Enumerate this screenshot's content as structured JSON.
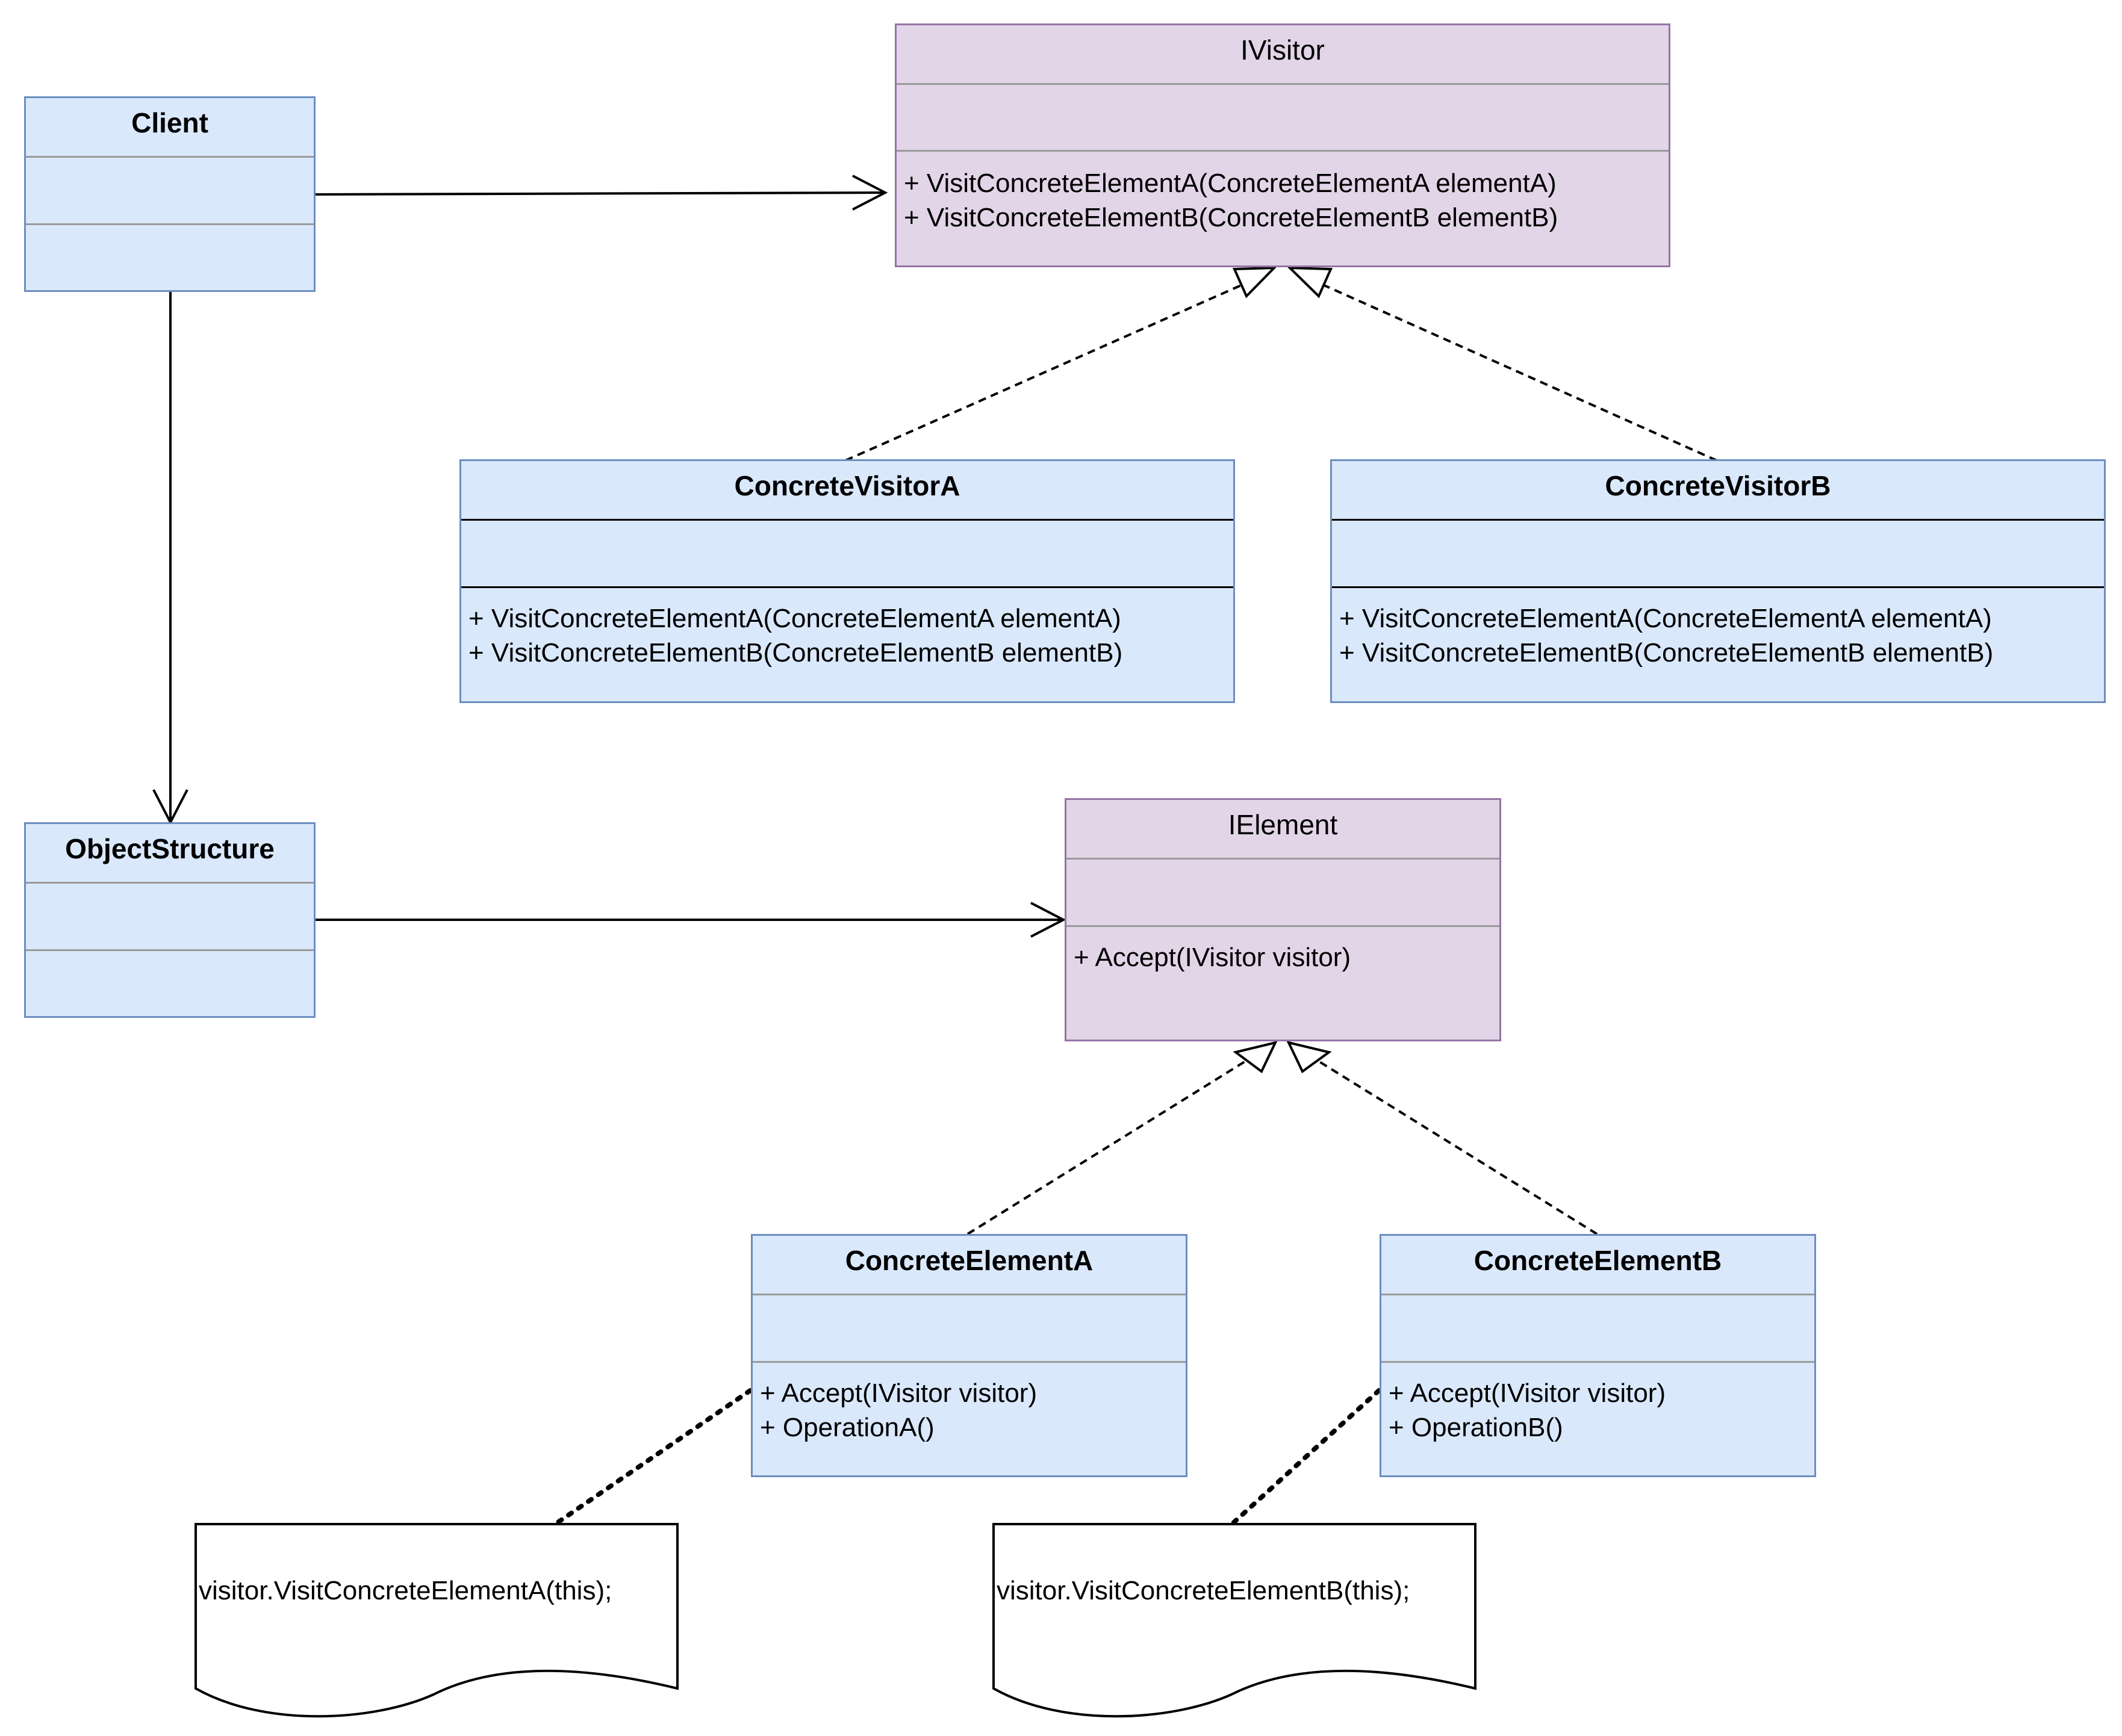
{
  "classes": {
    "client": {
      "name": "Client"
    },
    "ivisitor": {
      "name": "IVisitor",
      "ops": [
        "+ VisitConcreteElementA(ConcreteElementA elementA)",
        "+ VisitConcreteElementB(ConcreteElementB elementB)"
      ]
    },
    "concrete_visitor_a": {
      "name": "ConcreteVisitorA",
      "ops": [
        "+ VisitConcreteElementA(ConcreteElementA elementA)",
        "+ VisitConcreteElementB(ConcreteElementB elementB)"
      ]
    },
    "concrete_visitor_b": {
      "name": "ConcreteVisitorB",
      "ops": [
        "+ VisitConcreteElementA(ConcreteElementA elementA)",
        "+ VisitConcreteElementB(ConcreteElementB elementB)"
      ]
    },
    "object_structure": {
      "name": "ObjectStructure"
    },
    "ielement": {
      "name": "IElement",
      "ops": [
        "+ Accept(IVisitor visitor)"
      ]
    },
    "concrete_element_a": {
      "name": "ConcreteElementA",
      "ops": [
        "+ Accept(IVisitor visitor)",
        "+ OperationA()"
      ]
    },
    "concrete_element_b": {
      "name": "ConcreteElementB",
      "ops": [
        "+ Accept(IVisitor visitor)",
        "+ OperationB()"
      ]
    }
  },
  "notes": {
    "note_a": "visitor.VisitConcreteElementA(this);",
    "note_b": "visitor.VisitConcreteElementB(this);"
  },
  "colors": {
    "class_fill": "#dae8fc",
    "class_stroke": "#6c8ebf",
    "interface_fill": "#e1d5e7",
    "interface_stroke": "#9673a6"
  }
}
